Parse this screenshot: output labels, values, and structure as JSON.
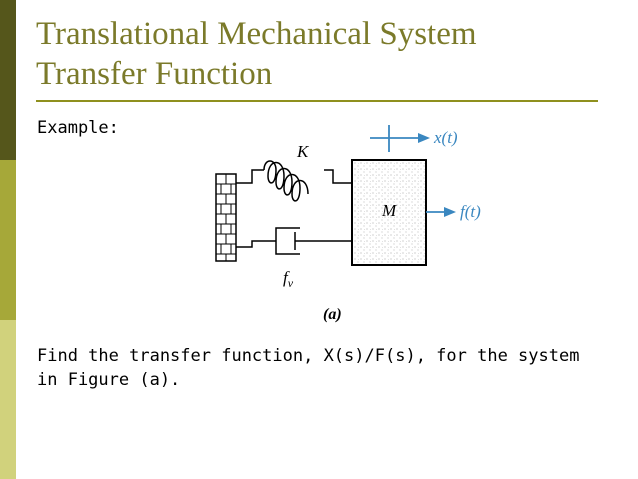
{
  "slide": {
    "title_line1": "Translational Mechanical System",
    "title_line2": "Transfer Function",
    "example_label": "Example:",
    "question": "Find the transfer function, X(s)/F(s), for the system in Figure (a)."
  },
  "figure": {
    "spring_label": "K",
    "mass_label": "M",
    "damper_label": "f",
    "damper_subscript": "v",
    "position_label": "x(t)",
    "force_label": "f(t)",
    "caption": "(a)"
  },
  "colors": {
    "bar_dark": "#55561b",
    "bar_mid": "#a6a839",
    "bar_light": "#d1d27c",
    "title": "#7b7a2a",
    "arrow_blue": "#3a87c0"
  }
}
